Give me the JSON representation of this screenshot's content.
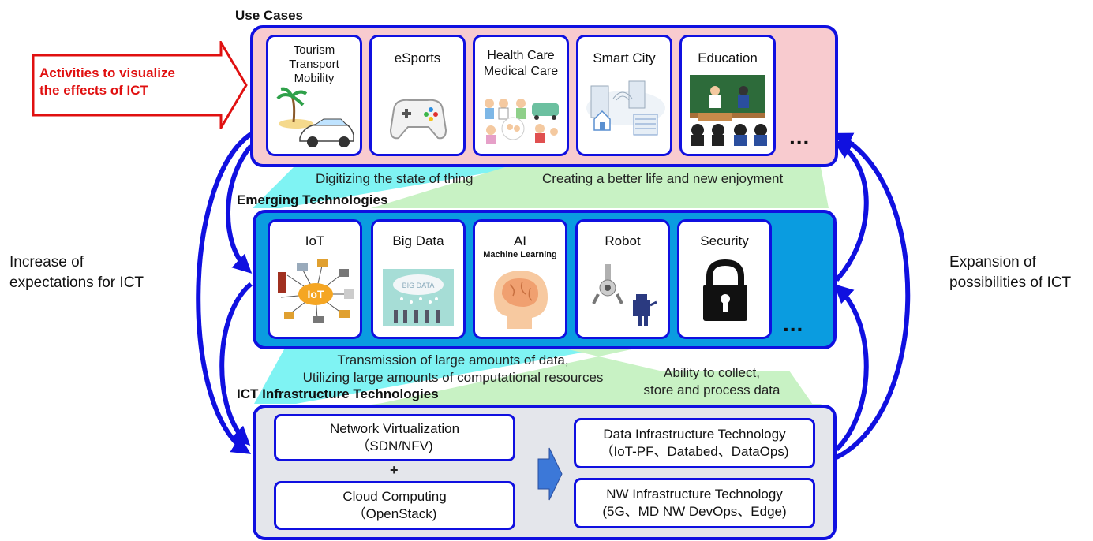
{
  "sections": {
    "use_cases": "Use Cases",
    "emerging": "Emerging Technologies",
    "infra": "ICT Infrastructure Technologies"
  },
  "callout": {
    "line1": "Activities to visualize",
    "line2": "the effects of ICT"
  },
  "use_cases": [
    {
      "lines": [
        "Tourism",
        "Transport",
        "Mobility"
      ],
      "icon": "beach-car-icon"
    },
    {
      "lines": [
        "eSports"
      ],
      "icon": "game-controller-icon"
    },
    {
      "lines": [
        "Health Care",
        "Medical Care"
      ],
      "icon": "medical-care-people-icon"
    },
    {
      "lines": [
        "Smart City"
      ],
      "icon": "smart-city-buildings-icon"
    },
    {
      "lines": [
        "Education"
      ],
      "icon": "classroom-icon"
    }
  ],
  "emerging": [
    {
      "label": "IoT",
      "sub": "",
      "icon": "iot-network-icon"
    },
    {
      "label": "Big Data",
      "sub": "",
      "icon": "big-data-cloud-icon"
    },
    {
      "label": "AI",
      "sub": "Machine Learning",
      "icon": "brain-icon"
    },
    {
      "label": "Robot",
      "sub": "",
      "icon": "robot-icon"
    },
    {
      "label": "Security",
      "sub": "",
      "icon": "padlock-icon"
    }
  ],
  "ellipsis": "...",
  "captions": {
    "digitizing": "Digitizing the state of thing",
    "creating": "Creating a better life and new enjoyment",
    "transmission1": "Transmission of large amounts of data,",
    "transmission2": "Utilizing large amounts of computational resources",
    "ability1": "Ability to collect,",
    "ability2": "store and process data"
  },
  "side": {
    "left1": "Increase of",
    "left2": "expectations for ICT",
    "right1": "Expansion of",
    "right2": "possibilities of ICT"
  },
  "infra": {
    "network1": "Network Virtualization",
    "network2": "（SDN/NFV)",
    "plus": "+",
    "cloud1": "Cloud Computing",
    "cloud2": "（OpenStack)",
    "data1": "Data Infrastructure Technology",
    "data2": "（IoT-PF、Databed、DataOps)",
    "nw1": "NW Infrastructure Technology",
    "nw2": "(5G、MD NW DevOps、Edge)"
  },
  "colors": {
    "border": "#1010e0",
    "use_cases_bg": "#f8cbcf",
    "emerging_bg": "#0a9ce0",
    "infra_bg": "#e4e6eb",
    "callout_red": "#e01010",
    "cyan_band": "#7ff3f3",
    "green_band": "#c8f2c4"
  }
}
